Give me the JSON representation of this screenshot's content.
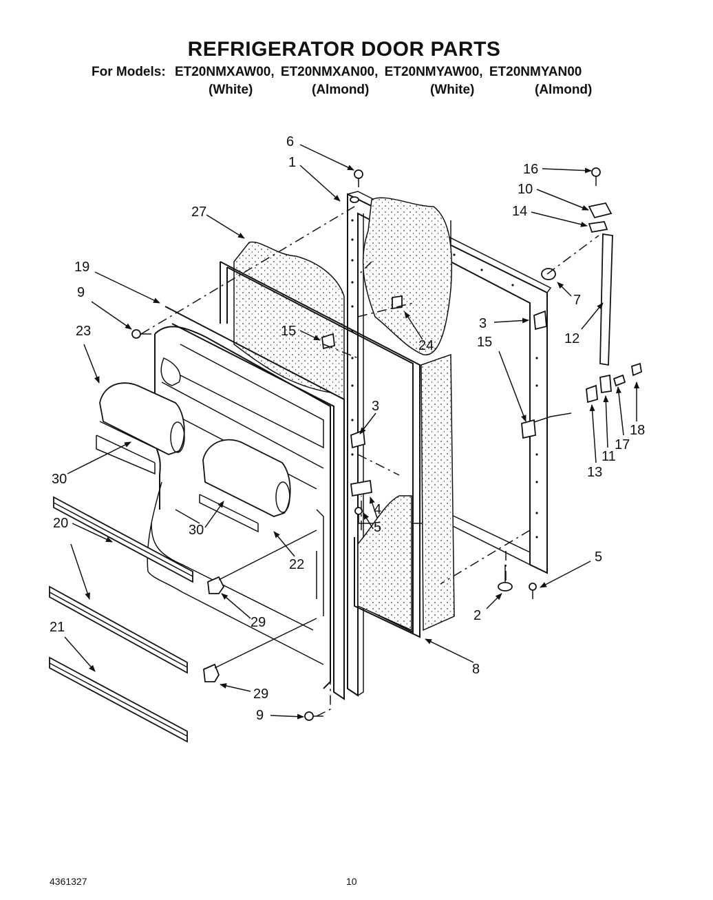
{
  "header": {
    "title": "REFRIGERATOR DOOR PARTS",
    "models_label": "For Models:",
    "models": [
      {
        "number": "ET20NMXAW00,",
        "finish": "(White)"
      },
      {
        "number": "ET20NMXAN00,",
        "finish": "(Almond)"
      },
      {
        "number": "ET20NMYAW00,",
        "finish": "(White)"
      },
      {
        "number": "ET20NMYAN00",
        "finish": "(Almond)"
      }
    ]
  },
  "callouts": [
    "6",
    "1",
    "16",
    "10",
    "14",
    "27",
    "7",
    "19",
    "9",
    "3",
    "23",
    "15",
    "12",
    "24",
    "15",
    "3",
    "18",
    "17",
    "11",
    "13",
    "30",
    "4",
    "5",
    "30",
    "22",
    "20",
    "5",
    "2",
    "29",
    "21",
    "8",
    "29",
    "9"
  ],
  "footer": {
    "doc_number": "4361327",
    "page_number": "10"
  }
}
